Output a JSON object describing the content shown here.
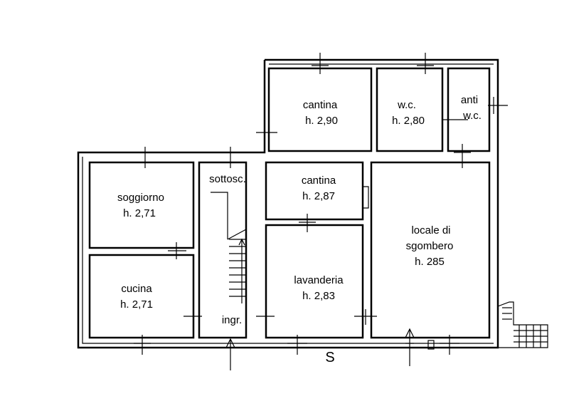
{
  "rooms": {
    "cantina_top": {
      "name": "cantina",
      "height": "h. 2,90"
    },
    "wc": {
      "name": "w.c.",
      "height": "h. 2,80"
    },
    "anti_wc": {
      "line1": "anti",
      "line2": "w.c."
    },
    "soggiorno": {
      "name": "soggiorno",
      "height": "h. 2,71"
    },
    "sottoscala": {
      "name": "sottosc."
    },
    "cantina_mid": {
      "name": "cantina",
      "height": "h. 2,87"
    },
    "locale": {
      "line1": "locale di",
      "line2": "sgombero",
      "height": "h. 285"
    },
    "cucina": {
      "name": "cucina",
      "height": "h. 2,71"
    },
    "lavanderia": {
      "name": "lavanderia",
      "height": "h. 2,83"
    },
    "ingresso": {
      "name": "ingr."
    }
  },
  "symbols": {
    "south_mark": "S"
  }
}
